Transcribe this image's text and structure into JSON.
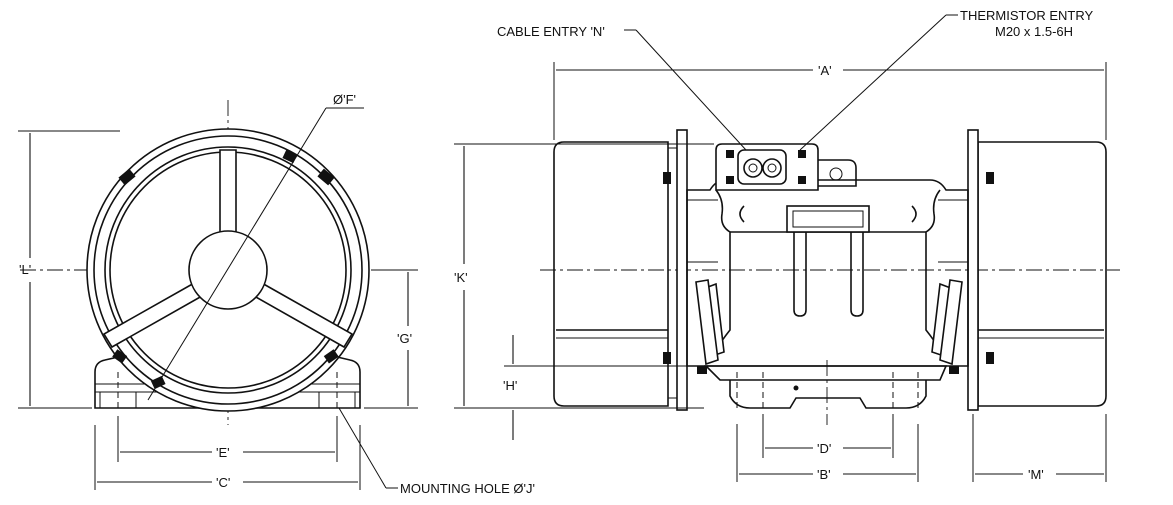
{
  "labels": {
    "dim_A": "'A'",
    "dim_B": "'B'",
    "dim_C": "'C'",
    "dim_D": "'D'",
    "dim_E": "'E'",
    "dim_F": "Ø'F'",
    "dim_G": "'G'",
    "dim_H": "'H'",
    "dim_K": "'K'",
    "dim_L": "'L'",
    "dim_M": "'M'",
    "cable_entry": "CABLE ENTRY 'N'",
    "thermistor_entry_line1": "THERMISTOR ENTRY",
    "thermistor_entry_line2": "M20 x 1.5-6H",
    "mounting_hole": "MOUNTING HOLE Ø'J'"
  }
}
